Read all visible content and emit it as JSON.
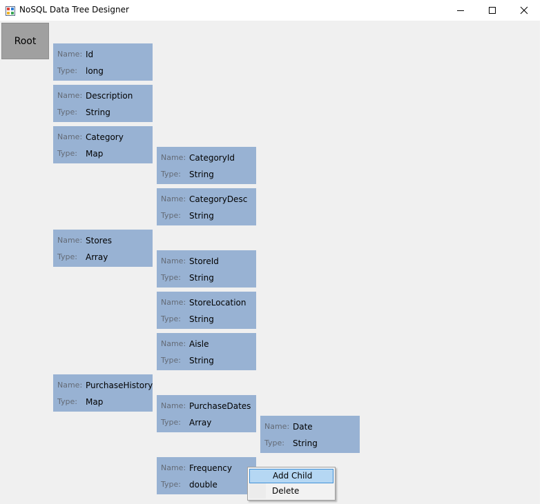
{
  "window": {
    "title": "NoSQL Data Tree Designer",
    "controls": [
      "minimize",
      "maximize",
      "close"
    ]
  },
  "tree": {
    "root_label": "Root",
    "name_label": "Name:",
    "type_label": "Type:",
    "nodes": [
      {
        "name": "Id",
        "type": "long",
        "level": 1
      },
      {
        "name": "Description",
        "type": "String",
        "level": 1
      },
      {
        "name": "Category",
        "type": "Map",
        "level": 1
      },
      {
        "name": "CategoryId",
        "type": "String",
        "level": 2
      },
      {
        "name": "CategoryDesc",
        "type": "String",
        "level": 2
      },
      {
        "name": "Stores",
        "type": "Array",
        "level": 1
      },
      {
        "name": "StoreId",
        "type": "String",
        "level": 2
      },
      {
        "name": "StoreLocation",
        "type": "String",
        "level": 2
      },
      {
        "name": "Aisle",
        "type": "String",
        "level": 2
      },
      {
        "name": "PurchaseHistory",
        "type": "Map",
        "level": 1
      },
      {
        "name": "PurchaseDates",
        "type": "Array",
        "level": 2
      },
      {
        "name": "Date",
        "type": "String",
        "level": 3
      },
      {
        "name": "Frequency",
        "type": "double",
        "level": 2
      }
    ]
  },
  "context_menu": {
    "items": [
      {
        "label": "Add Child",
        "highlighted": true
      },
      {
        "label": "Delete",
        "highlighted": false
      }
    ]
  },
  "colors": {
    "node_fill": "#98b2d3",
    "root_fill": "#a0a0a0",
    "background": "#f0f0f0",
    "menu_highlight": "#b5d7f3"
  }
}
